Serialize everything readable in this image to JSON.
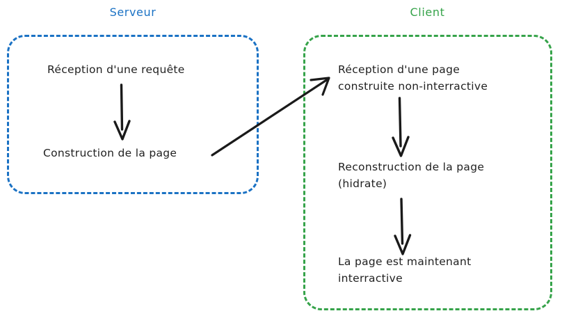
{
  "diagram": {
    "title_server": "Serveur",
    "title_client": "Client",
    "colors": {
      "server_accent": "#1b72c4",
      "client_accent": "#36a34a",
      "text": "#1f1f1f",
      "arrow": "#1a1a1a",
      "background": "#ffffff"
    },
    "groups": [
      {
        "id": "server",
        "label": "Serveur",
        "border_style": "dashed",
        "color": "#1b72c4",
        "nodes": [
          {
            "id": "reception-requete",
            "text": "Réception d'une requête"
          },
          {
            "id": "construction-page",
            "text": "Construction de la page"
          }
        ]
      },
      {
        "id": "client",
        "label": "Client",
        "border_style": "dashed",
        "color": "#36a34a",
        "nodes": [
          {
            "id": "reception-page",
            "text": "Réception d'une page\nconstruite non-interractive"
          },
          {
            "id": "reconstruction-page",
            "text": "Reconstruction de la page\n(hidrate)"
          },
          {
            "id": "page-interactive",
            "text": "La page est maintenant\ninterractive"
          }
        ]
      }
    ],
    "edges": [
      {
        "id": "edge-reception-to-construction",
        "from": "reception-requete",
        "to": "construction-page",
        "direction": "down",
        "style": "solid-arrow"
      },
      {
        "id": "edge-construction-to-reception-page",
        "from": "construction-page",
        "to": "reception-page",
        "direction": "diagonal-up-right",
        "style": "solid-arrow"
      },
      {
        "id": "edge-reception-page-to-reconstruction",
        "from": "reception-page",
        "to": "reconstruction-page",
        "direction": "down",
        "style": "solid-arrow"
      },
      {
        "id": "edge-reconstruction-to-interactive",
        "from": "reconstruction-page",
        "to": "page-interactive",
        "direction": "down",
        "style": "solid-arrow"
      }
    ]
  }
}
